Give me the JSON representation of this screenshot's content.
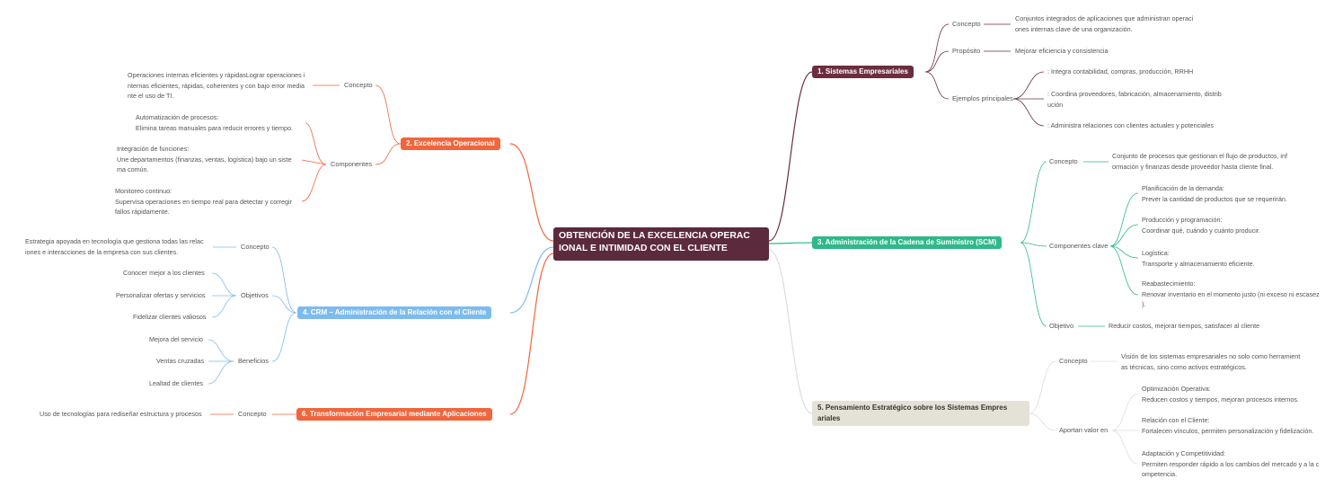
{
  "root": {
    "title": "OBTENCIÓN DE LA EXCELENCIA OPERAC\nIONAL E INTIMIDAD CON EL CLIENTE"
  },
  "colors": {
    "root": "#5b2a3c",
    "branch1": "#6b2d3f",
    "branch2": "#f0653c",
    "branch3": "#2fb98a",
    "branch4": "#7dbbef",
    "branch5": "#e4e2d6",
    "branch6": "#f0653c"
  },
  "b1": {
    "title": "1. Sistemas Empresariales",
    "concepto_label": "Concepto",
    "concepto_text": "Conjuntos integrados de aplicaciones que administran operaci\nones internas clave de una organización.",
    "proposito_label": "Propósito",
    "proposito_text": "Mejorar eficiencia y consistencia",
    "ejemplos_label": "Ejemplos principales",
    "ejemplos": [
      ": Integra contabilidad, compras, producción, RRHH",
      ": Coordina proveedores, fabricación, almacenamiento, distrib\nución",
      ": Administra relaciones con clientes actuales y potenciales"
    ]
  },
  "b2": {
    "title": "2. Excelencia Operacional",
    "concepto_label": "Concepto",
    "concepto_text": "Operaciones internas eficientes y rápidasLograr operaciones i\nnternas eficientes, rápidas, coherentes y con bajo error media\nnte el uso de TI.",
    "componentes_label": "Componentes",
    "componentes": [
      "Automatización de procesos:\nElimina tareas manuales para reducir errores y tiempo.",
      "Integración de funciones:\nUne departamentos (finanzas, ventas, logística) bajo un siste\nma común.",
      "Monitoreo continuo:\nSupervisa operaciones en tiempo real para detectar y corregir\nfallos rápidamente."
    ]
  },
  "b3": {
    "title": "3. Administración de la Cadena de Suministro (SCM)",
    "concepto_label": "Concepto",
    "concepto_text": "Conjunto de procesos que gestionan el flujo de productos, inf\normación y finanzas desde proveedor hasta cliente final.",
    "componentes_label": "Componentes clave",
    "componentes": [
      "Planificación de la demanda:\nPrever la cantidad de productos que se requerirán.",
      "Producción y programación:\nCoordinar qué, cuándo y cuánto producir.",
      "Logística:\nTransporte y almacenamiento eficiente.",
      "Reabastecimiento:\nRenovar inventario en el momento justo (ni exceso ni escasez\n)."
    ],
    "objetivo_label": "Objetivo",
    "objetivo_text": "Reducir costos, mejorar tiempos, satisfacer al cliente"
  },
  "b4": {
    "title": "4. CRM – Administración de la Relación con el Cliente",
    "concepto_label": "Concepto",
    "concepto_text": "Estrategia apoyada en tecnología que gestiona todas las relac\niones e interacciones de la empresa con sus clientes.",
    "objetivos_label": "Objetivos",
    "objetivos": [
      "Conocer mejor a los clientes",
      "Personalizar ofertas y servicios",
      "Fidelizar clientes valiosos"
    ],
    "beneficios_label": "Beneficios",
    "beneficios": [
      "Mejora del servicio",
      "Ventas cruzadas",
      "Lealtad de clientes"
    ]
  },
  "b5": {
    "title": "5. Pensamiento Estratégico sobre los Sistemas Empres\nariales",
    "concepto_label": "Concepto",
    "concepto_text": "Visión de los sistemas empresariales no solo como herramient\nas técnicas, sino como activos estratégicos.",
    "aportan_label": "Aportan valor en",
    "aportan": [
      "Optimización Operativa:\nReducen costos y tiempos, mejoran procesos internos.",
      "Relación con el Cliente:\nFortalecen vínculos, permiten personalización y fidelización.",
      "Adaptación y Competitividad:\nPermiten responder rápido a los cambios del mercado y a la c\nompetencia."
    ]
  },
  "b6": {
    "title": "6. Transformación Empresarial mediante Aplicaciones",
    "concepto_label": "Concepto",
    "concepto_text": "Uso de tecnologías para rediseñar estructura y procesos"
  }
}
